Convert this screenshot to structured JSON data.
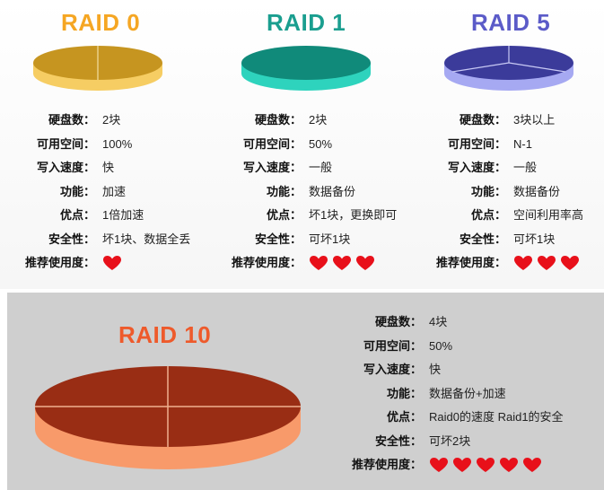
{
  "labels": {
    "disks": "硬盘数：",
    "capacity": "可用空间：",
    "write_speed": "写入速度：",
    "function": "功能：",
    "advantage": "优点：",
    "safety": "安全性：",
    "recommend": "推荐使用度："
  },
  "raid0": {
    "title": "RAID 0",
    "color": "#f5a623",
    "disks": "2块",
    "capacity": "100%",
    "write_speed": "快",
    "function": "加速",
    "advantage": "1倍加速",
    "safety": "坏1块、数据全丢",
    "recommend": 1
  },
  "raid1": {
    "title": "RAID 1",
    "color": "#1a9e8f",
    "disks": "2块",
    "capacity": "50%",
    "write_speed": "一般",
    "function": "数据备份",
    "advantage": "坏1块，更换即可",
    "safety": "可坏1块",
    "recommend": 3
  },
  "raid5": {
    "title": "RAID 5",
    "color": "#5b5bc8",
    "disks": "3块以上",
    "capacity": "N-1",
    "write_speed": "一般",
    "function": "数据备份",
    "advantage": "空间利用率高",
    "safety": "可坏1块",
    "recommend": 3
  },
  "raid10": {
    "title": "RAID 10",
    "color": "#ee5a2b",
    "disks": "4块",
    "capacity": "50%",
    "write_speed": "快",
    "function": "数据备份+加速",
    "advantage": "Raid0的速度  Raid1的安全",
    "safety": "可坏2块",
    "recommend": 5
  },
  "heart_color": "#e8101a"
}
